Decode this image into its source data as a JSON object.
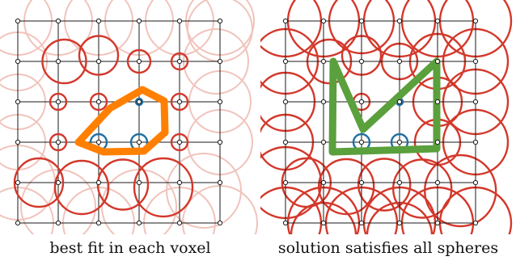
{
  "captions": {
    "left": "best fit in each voxel",
    "right": "solution satisfies all spheres"
  },
  "colors": {
    "grid": "#1a1a1a",
    "node_fill": "#ffffff",
    "sphere_strong": "#d3382b",
    "sphere_faint": "#f0c3bb",
    "inner_circle": "#1f6fa3",
    "best_fit_polygon": "#ff8000",
    "solution_polygon": "#5aa03c"
  },
  "panels": [
    {
      "name": "best-fit",
      "caption_key": "captions.left"
    },
    {
      "name": "solution",
      "caption_key": "captions.right"
    }
  ]
}
